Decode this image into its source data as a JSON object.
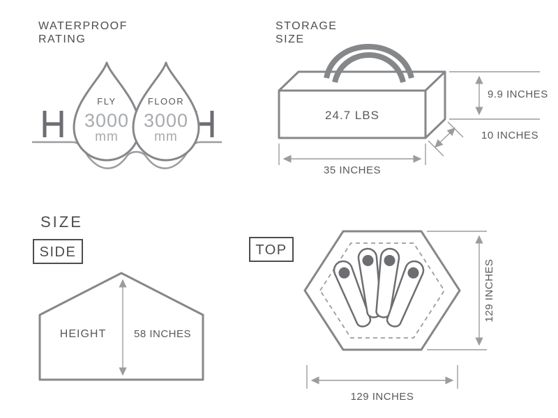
{
  "waterproof": {
    "title_line1": "WATERPROOF",
    "title_line2": "RATING",
    "fly": {
      "label": "FLY",
      "value": "3000",
      "unit": "mm"
    },
    "floor": {
      "label": "FLOOR",
      "value": "3000",
      "unit": "mm"
    }
  },
  "storage": {
    "title_line1": "STORAGE",
    "title_line2": "SIZE",
    "weight": "24.7 LBS",
    "height": "9.9 INCHES",
    "depth": "10 INCHES",
    "width": "35 INCHES"
  },
  "size": {
    "title": "SIZE",
    "side": {
      "label": "SIDE",
      "height_label": "HEIGHT",
      "height": "58 INCHES"
    },
    "top": {
      "label": "TOP",
      "height": "129 INCHES",
      "width": "129 INCHES"
    }
  },
  "colors": {
    "text_primary": "#58595b",
    "outline_gray": "#85878a",
    "value_light_gray": "#a8aaad",
    "dimension_gray": "#9a9c9e"
  }
}
